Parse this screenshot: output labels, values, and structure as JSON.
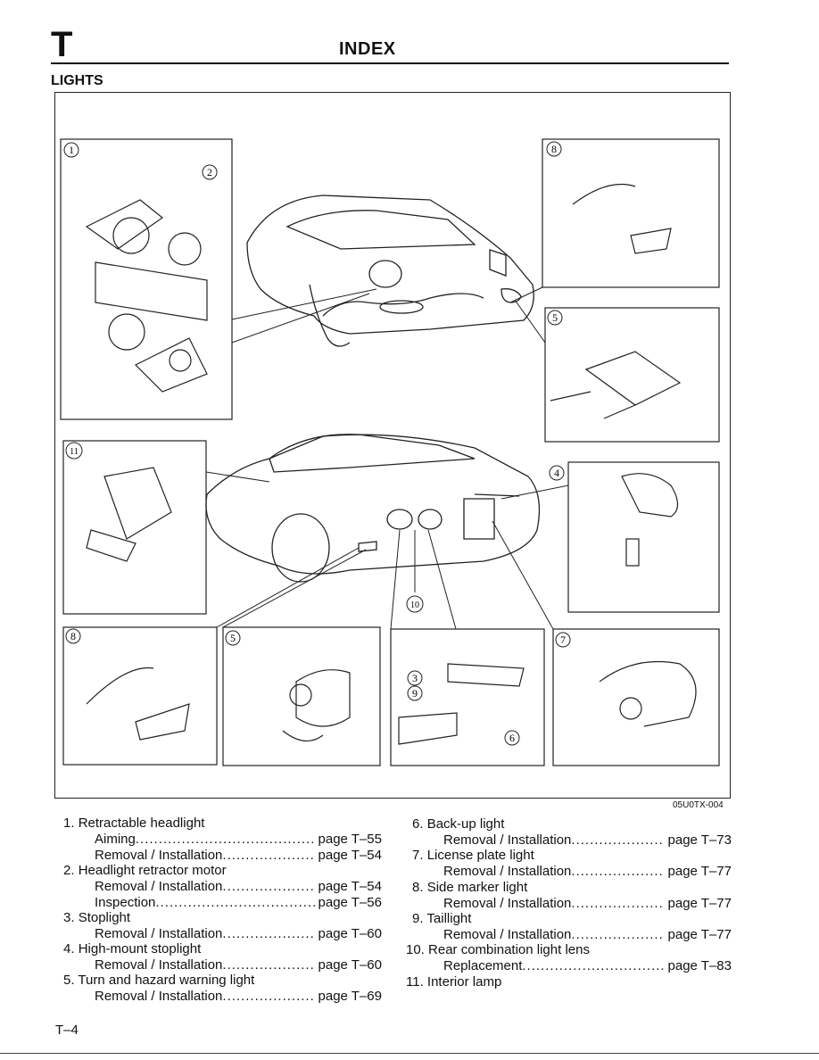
{
  "header": {
    "section_letter": "T",
    "title": "INDEX"
  },
  "sub_heading": "LIGHTS",
  "figure": {
    "code": "05U0TX-004",
    "callouts": [
      "1",
      "2",
      "8",
      "5",
      "11",
      "4",
      "10",
      "8",
      "5",
      "7",
      "3",
      "9",
      "6"
    ]
  },
  "legend_left": [
    {
      "num": "1.",
      "label": "Retractable headlight",
      "rows": [
        {
          "label": "Aiming",
          "page": "page T–55"
        },
        {
          "label": "Removal / Installation",
          "page": "page T–54"
        }
      ]
    },
    {
      "num": "2.",
      "label": "Headlight retractor motor",
      "rows": [
        {
          "label": "Removal / Installation",
          "page": "page T–54"
        },
        {
          "label": "Inspection",
          "page": "page T–56"
        }
      ]
    },
    {
      "num": "3.",
      "label": "Stoplight",
      "rows": [
        {
          "label": "Removal / Installation",
          "page": "page T–60"
        }
      ]
    },
    {
      "num": "4.",
      "label": "High-mount stoplight",
      "rows": [
        {
          "label": "Removal / Installation",
          "page": "page T–60"
        }
      ]
    },
    {
      "num": "5.",
      "label": "Turn and hazard warning light",
      "rows": [
        {
          "label": "Removal / Installation",
          "page": "page T–69"
        }
      ]
    }
  ],
  "legend_right": [
    {
      "num": "6.",
      "label": "Back-up light",
      "rows": [
        {
          "label": "Removal / Installation",
          "page": "page T–73"
        }
      ]
    },
    {
      "num": "7.",
      "label": "License plate light",
      "rows": [
        {
          "label": "Removal / Installation",
          "page": "page T–77"
        }
      ]
    },
    {
      "num": "8.",
      "label": "Side marker light",
      "rows": [
        {
          "label": "Removal / Installation",
          "page": "page T–77"
        }
      ]
    },
    {
      "num": "9.",
      "label": "Taillight",
      "rows": [
        {
          "label": "Removal / Installation",
          "page": "page T–77"
        }
      ]
    },
    {
      "num": "10.",
      "label": "Rear combination light lens",
      "rows": [
        {
          "label": "Replacement",
          "page": "page T–83"
        }
      ]
    },
    {
      "num": "11.",
      "label": "Interior lamp",
      "rows": []
    }
  ],
  "footer": {
    "page_number": "T–4"
  }
}
